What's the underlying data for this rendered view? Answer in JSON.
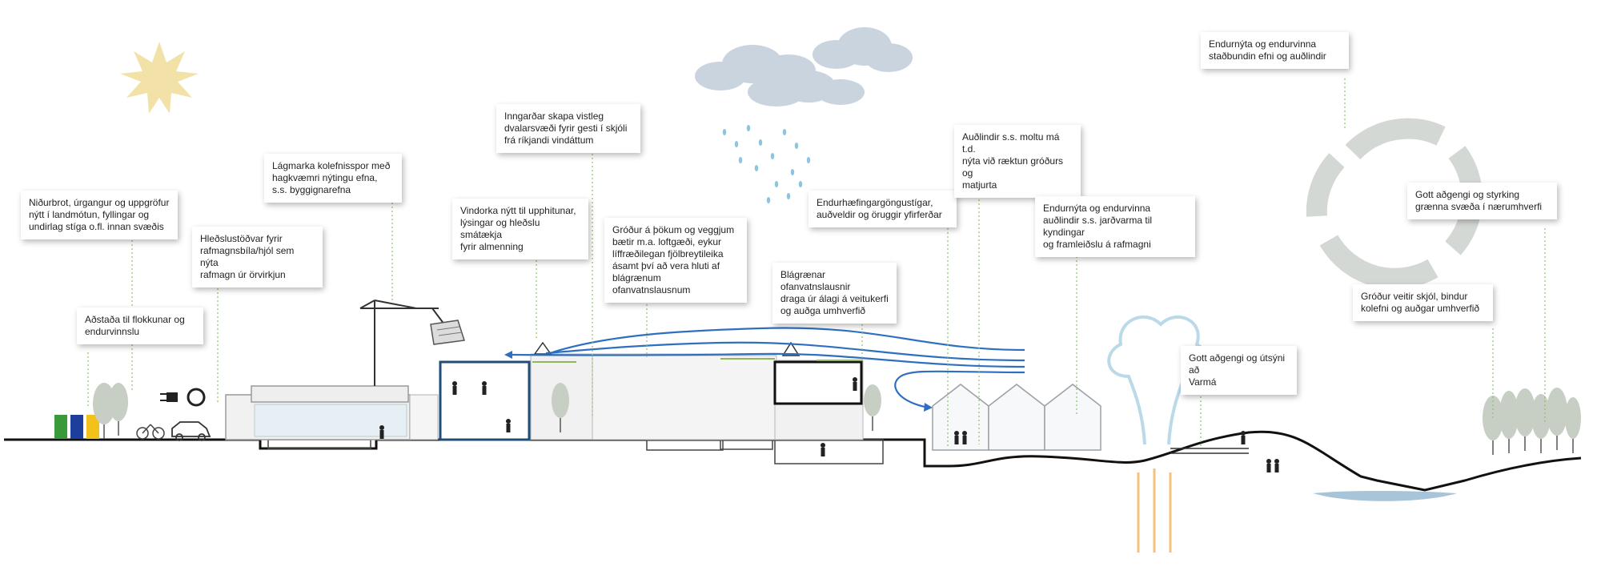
{
  "colors": {
    "sun": "#f2e2a8",
    "cloud": "#c9d4df",
    "rain": "#8fc4e0",
    "wind": "#2f6fc0",
    "ground": "#111111",
    "building_fill": "#f1f1f1",
    "outline": "#9a9a9a",
    "highlight_frame": "#1f4e79",
    "greenery": "#8fb85a",
    "tree": "#c7cec3",
    "geyser": "#bcd9ea",
    "heat_arrows": "#f4c27a",
    "water": "#a8c4d8",
    "cycle_arrows": "#d4d8d4",
    "leader": "#8cc06c"
  },
  "icons": [
    "sun-icon",
    "cloud-icon",
    "rain-icon",
    "wind-arrow-icon",
    "recycling-bins-icon",
    "ev-charging-plug-icon",
    "bicycle-icon",
    "car-icon",
    "crane-icon",
    "solar-panel-icon",
    "wind-turbine-icon",
    "greenhouse-icon",
    "geyser-steam-icon",
    "geothermal-heat-arrows-icon",
    "footbridge-icon",
    "pond-icon",
    "circular-arrows-icon",
    "tree-icon",
    "person-icon"
  ],
  "callouts": [
    {
      "id": "waste",
      "lines": [
        "Niðurbrot, úrgangur og uppgröfur",
        "nýtt í landmótun, fyllingar og",
        "undirlag stíga o.fl. innan svæðis"
      ]
    },
    {
      "id": "recycling",
      "lines": [
        "Aðstaða til flokkunar og",
        "endurvinnslu"
      ]
    },
    {
      "id": "charging",
      "lines": [
        "Hleðslustöðvar fyrir",
        "rafmagnsbíla/hjól sem nýta",
        "rafmagn úr örvirkjun"
      ]
    },
    {
      "id": "carbon",
      "lines": [
        "Lágmarka kolefnisspor með",
        "hagkvæmri nýtingu efna,",
        "s.s. byggignarefna"
      ]
    },
    {
      "id": "wind",
      "lines": [
        "Vindorka nýtt til upphitunar,",
        "lýsingar og hleðslu smátækja",
        "fyrir almenning"
      ]
    },
    {
      "id": "courtyards",
      "lines": [
        "Inngarðar skapa vistleg",
        "dvalarsvæði fyrir gesti  í skjóli",
        "frá ríkjandi vindáttum"
      ]
    },
    {
      "id": "roofs",
      "lines": [
        "Gróður á þökum og veggjum",
        "bætir m.a. loftgæði, eykur",
        "líffræðilegan fjölbreytileika",
        "ásamt því að vera hluti af",
        "blágrænum ofanvatnslausnum"
      ]
    },
    {
      "id": "bluegreen",
      "lines": [
        "Blágrænar ofanvatnslausnir",
        "draga úr álagi á veitukerfi",
        "og auðga umhverfið"
      ]
    },
    {
      "id": "paths",
      "lines": [
        "Endurhæfingargöngustígar,",
        "auðveldir og öruggir yfirferðar"
      ]
    },
    {
      "id": "compost",
      "lines": [
        "Auðlindir s.s. moltu má t.d.",
        "nýta við ræktun gróðurs og",
        "matjurta"
      ]
    },
    {
      "id": "geothermal",
      "lines": [
        "Endurnýta og endurvinna",
        "auðlindir s.s. jarðvarma til kyndingar",
        "og framleiðslu á rafmagni"
      ]
    },
    {
      "id": "access_river",
      "lines": [
        "Gott aðgengi og útsýni að",
        "Varmá"
      ]
    },
    {
      "id": "local",
      "lines": [
        "Endurnýta og endurvinna",
        "staðbundin efni og auðlindir"
      ]
    },
    {
      "id": "green_access",
      "lines": [
        "Gott aðgengi og styrking",
        "grænna svæða í nærumhverfi"
      ]
    },
    {
      "id": "vegetation",
      "lines": [
        "Gróður veitir skjól, bindur",
        "kolefni og auðgar umhverfið"
      ]
    }
  ]
}
